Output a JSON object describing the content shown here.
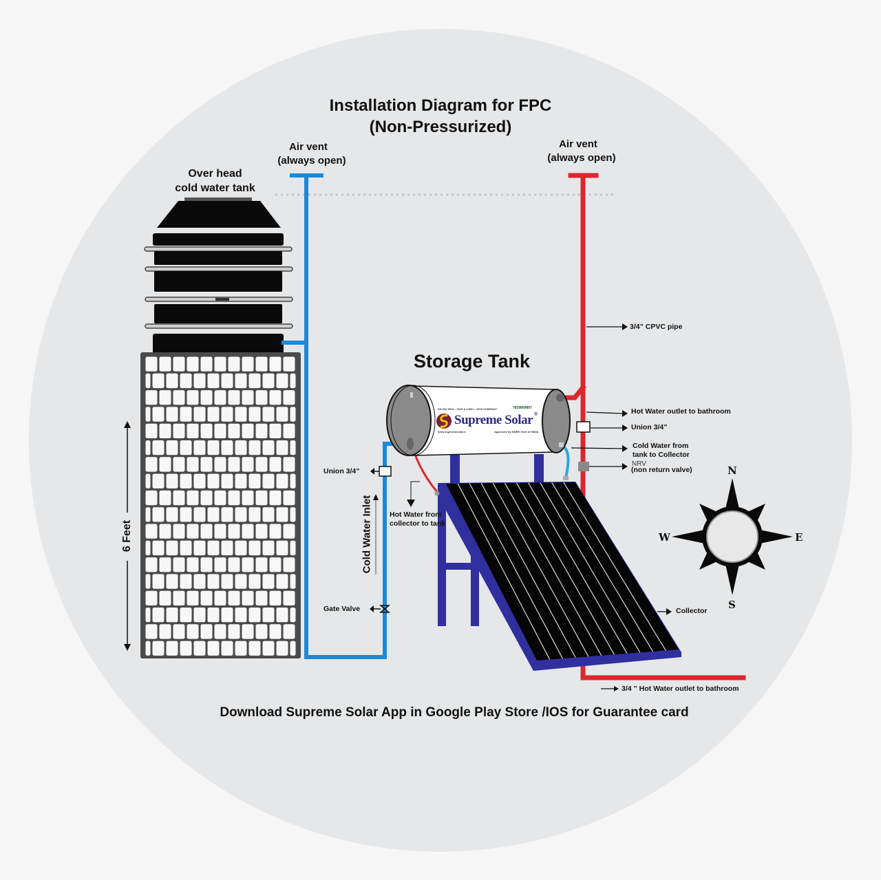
{
  "title": {
    "line1": "Installation Diagram for FPC",
    "line2": "(Non-Pressurized)"
  },
  "overhead_tank": {
    "label_line1": "Over head",
    "label_line2": "cold water tank"
  },
  "air_vent_left": {
    "line1": "Air vent",
    "line2": "(always open)"
  },
  "air_vent_right": {
    "line1": "Air vent",
    "line2": "(always open)"
  },
  "storage_tank": {
    "label": "Storage Tank",
    "brand": "Supreme Solar",
    "brand_mark": "®",
    "cert_text": "AN ISO 9001 : 2015 & 14001 : 2015 COMPANY",
    "phone": "7829809897",
    "website": "www.supremesolar.in",
    "approval": "Approved by MNRE Govt of INDIA"
  },
  "height_marker": "6 Feet",
  "cold_water_inlet": "Cold Water Inlet",
  "callouts": {
    "cpvc_pipe": "3/4” CPVC pipe",
    "hot_water_outlet": "Hot Water outlet to bathroom",
    "union_right": "Union 3/4”",
    "cold_to_collector_line1": "Cold Water from",
    "cold_to_collector_line2": "tank to Collector",
    "nrv_line1": "NRV",
    "nrv_line2": "(non return valve)",
    "union_left": "Union 3/4”",
    "hot_from_collector_line1": "Hot Water from",
    "hot_from_collector_line2": "collector to tank",
    "gate_valve": "Gate Valve",
    "collector": "Collector",
    "hot_outlet_bottom": "3/4 ” Hot Water outlet to bathroom"
  },
  "compass": {
    "n": "N",
    "e": "E",
    "s": "S",
    "w": "W"
  },
  "footer": "Download Supreme Solar App in Google Play Store /IOS for Guarantee card",
  "colors": {
    "page_bg": "#f6f6f6",
    "circle_bg": "#e6e7e8",
    "cold_pipe": "#1e88d6",
    "hot_pipe": "#d9282f",
    "collector_frame": "#2f2f9e",
    "collector_panel": "#050505"
  }
}
